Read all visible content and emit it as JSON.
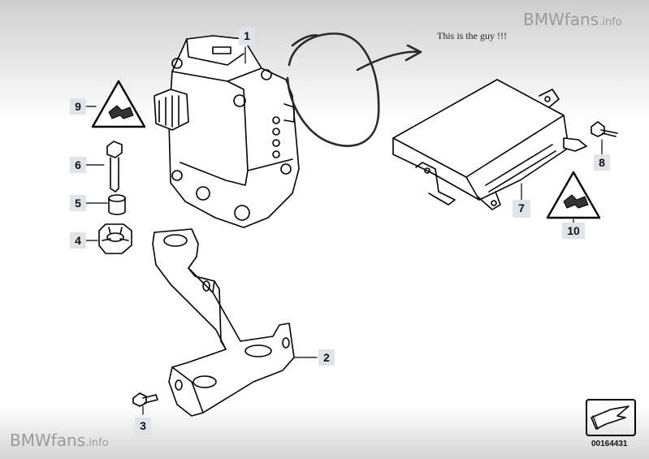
{
  "watermark_top": {
    "brand": "BMWfans",
    "suffix": ".info"
  },
  "watermark_bottom": {
    "brand": "BMWfans",
    "suffix": ".info"
  },
  "annotation": "This is the guy !!!",
  "diagram_number": "00164431",
  "parts": [
    {
      "label": "1",
      "name": "hydraulic unit"
    },
    {
      "label": "2",
      "name": "bracket"
    },
    {
      "label": "3",
      "name": "bolt"
    },
    {
      "label": "4",
      "name": "rubber mount"
    },
    {
      "label": "5",
      "name": "sleeve"
    },
    {
      "label": "6",
      "name": "hex bolt"
    },
    {
      "label": "7",
      "name": "control unit"
    },
    {
      "label": "8",
      "name": "screw"
    },
    {
      "label": "9",
      "name": "warning sticker"
    },
    {
      "label": "10",
      "name": "warning sticker"
    }
  ]
}
